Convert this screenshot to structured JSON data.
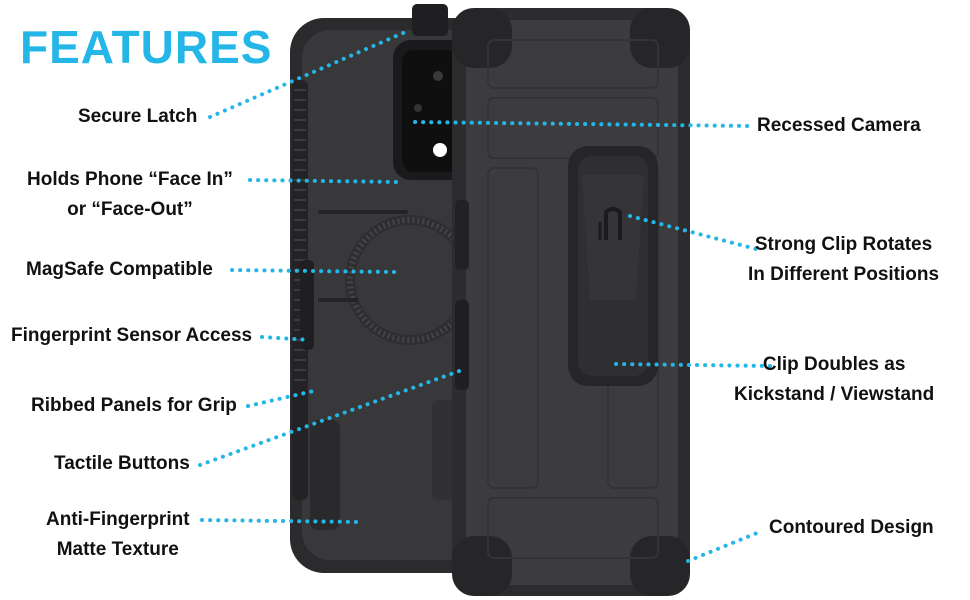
{
  "title": "FEATURES",
  "colors": {
    "accent": "#23b6e6",
    "case_dark": "#2c2c2e",
    "case_mid": "#3a3a3c",
    "case_light": "#4a4a4d",
    "text": "#111111",
    "background": "#ffffff"
  },
  "left_labels": [
    {
      "lines": [
        "Secure Latch"
      ]
    },
    {
      "lines": [
        "Holds Phone “Face In”",
        "or “Face-Out”"
      ]
    },
    {
      "lines": [
        "MagSafe Compatible"
      ]
    },
    {
      "lines": [
        "Fingerprint Sensor Access"
      ]
    },
    {
      "lines": [
        "Ribbed Panels for Grip"
      ]
    },
    {
      "lines": [
        "Tactile Buttons"
      ]
    },
    {
      "lines": [
        "Anti-Fingerprint",
        "Matte Texture"
      ]
    }
  ],
  "right_labels": [
    {
      "lines": [
        "Recessed Camera"
      ]
    },
    {
      "lines": [
        "Strong Clip Rotates",
        "In Different Positions"
      ]
    },
    {
      "lines": [
        "Clip Doubles as",
        "Kickstand / Viewstand"
      ]
    },
    {
      "lines": [
        "Contoured Design"
      ]
    }
  ]
}
